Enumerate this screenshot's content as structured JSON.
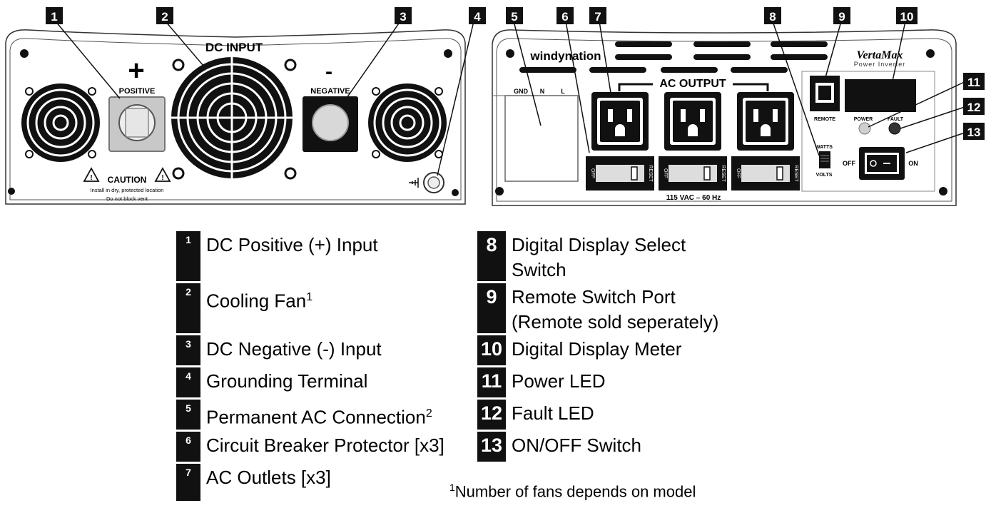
{
  "labels": {
    "dc_input": "DC INPUT",
    "positive": "POSITIVE",
    "plus": "+",
    "negative": "NEGATIVE",
    "minus": "-",
    "caution": "CAUTION",
    "caution_line1": "Install in dry, protected location",
    "caution_line2": "Do not block vent",
    "brand": "windynation",
    "product": "VertaMax",
    "product_sub": "Power Inverter",
    "ac_output": "AC OUTPUT",
    "gnd": "GND",
    "n": "N",
    "l": "L",
    "remote": "REMOTE",
    "power": "POWER",
    "fault": "FAULT",
    "watts": "WATTS",
    "volts": "VOLTS",
    "off": "OFF",
    "on": "ON",
    "breaker_off": "OFF",
    "breaker_reset": "RESET",
    "freq": "115 VAC – 60 Hz"
  },
  "callouts": [
    "1",
    "2",
    "3",
    "4",
    "5",
    "6",
    "7",
    "8",
    "9",
    "10",
    "11",
    "12",
    "13"
  ],
  "legend_left": [
    {
      "num": "1",
      "text": "DC Positive (+) Input",
      "sup": ""
    },
    {
      "num": "2",
      "text": "Cooling Fan",
      "sup": "1"
    },
    {
      "num": "3",
      "text": "DC Negative (-) Input",
      "sup": ""
    },
    {
      "num": "4",
      "text": "Grounding Terminal",
      "sup": ""
    },
    {
      "num": "5",
      "text": "Permanent AC Connection",
      "sup": "2"
    },
    {
      "num": "6",
      "text": "Circuit Breaker Protector [x3]",
      "sup": ""
    },
    {
      "num": "7",
      "text": "AC Outlets [x3]",
      "sup": ""
    }
  ],
  "legend_right": [
    {
      "num": "8",
      "line1": "Digital Display Select",
      "line2": "Switch"
    },
    {
      "num": "9",
      "line1": "Remote Switch Port",
      "line2": "(Remote sold seperately)"
    },
    {
      "num": "10",
      "line1": "Digital Display Meter",
      "line2": ""
    },
    {
      "num": "11",
      "line1": "Power LED",
      "line2": ""
    },
    {
      "num": "12",
      "line1": "Fault LED",
      "line2": ""
    },
    {
      "num": "13",
      "line1": "ON/OFF Switch",
      "line2": ""
    }
  ],
  "footnote": {
    "sup": "1",
    "text": "Number of fans depends on model"
  }
}
